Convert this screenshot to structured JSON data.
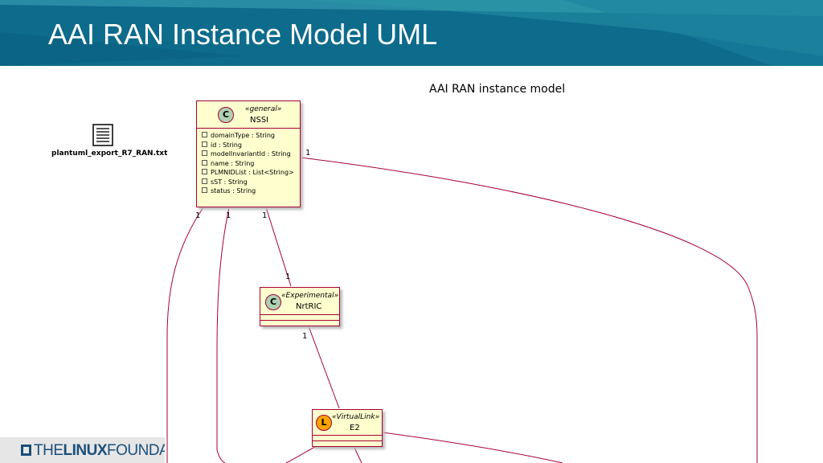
{
  "slide": {
    "title": "AAI RAN Instance Model UML"
  },
  "diagram": {
    "caption": "AAI RAN instance model",
    "attachment": {
      "filename": "plantuml_export_R7_RAN.txt",
      "icon": "document-icon"
    },
    "nssi": {
      "marker": "C",
      "stereotype": "«general»",
      "name": "NSSI",
      "attributes": [
        "domainType : String",
        "id  : String",
        "modelInvariantId : String",
        "name : String",
        "PLMNIDList : List<String>",
        "sST : String",
        "status : String"
      ]
    },
    "nrtric": {
      "marker": "C",
      "stereotype": "«Experimental»",
      "name": "NrtRIC"
    },
    "e2": {
      "marker": "L",
      "stereotype": "«VirtualLink»",
      "name": "E2"
    },
    "multiplicities": {
      "m1": "1",
      "m2": "1",
      "m3": "1",
      "m4": "1",
      "m5": "1",
      "m6": "1"
    },
    "colors": {
      "border": "#a80036",
      "fill": "#fefece",
      "class_marker": "#add1b2",
      "link_marker": "#ffa500"
    }
  },
  "footer": {
    "logo_plain1": "THE",
    "logo_bold": "LINUX",
    "logo_plain2": "FOUNDA"
  }
}
